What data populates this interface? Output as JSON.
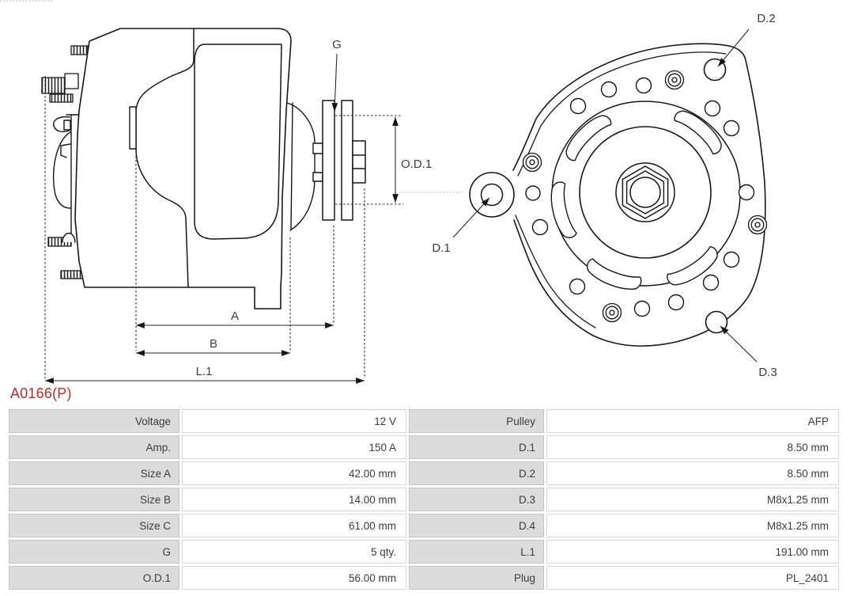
{
  "part": {
    "number": "A0166(P)"
  },
  "colors": {
    "accent": "#c12b2b",
    "line": "#161616",
    "table_label_bg": "#dcdcdc",
    "table_border": "#c3c3c3"
  },
  "drawing": {
    "side": {
      "g": "G",
      "od1": "O.D.1",
      "a": "A",
      "b": "B",
      "l1": "L.1"
    },
    "front": {
      "d1": "D.1",
      "d2": "D.2",
      "d3": "D.3"
    }
  },
  "specs": {
    "rows": [
      {
        "l1": "Voltage",
        "v1": "12 V",
        "l2": "Pulley",
        "v2": "AFP"
      },
      {
        "l1": "Amp.",
        "v1": "150 A",
        "l2": "D.1",
        "v2": "8.50 mm"
      },
      {
        "l1": "Size A",
        "v1": "42.00 mm",
        "l2": "D.2",
        "v2": "8.50 mm"
      },
      {
        "l1": "Size B",
        "v1": "14.00 mm",
        "l2": "D.3",
        "v2": "M8x1.25 mm"
      },
      {
        "l1": "Size C",
        "v1": "61.00 mm",
        "l2": "D.4",
        "v2": "M8x1.25 mm"
      },
      {
        "l1": "G",
        "v1": "5 qty.",
        "l2": "L.1",
        "v2": "191.00 mm"
      },
      {
        "l1": "O.D.1",
        "v1": "56.00 mm",
        "l2": "Plug",
        "v2": "PL_2401"
      }
    ]
  }
}
